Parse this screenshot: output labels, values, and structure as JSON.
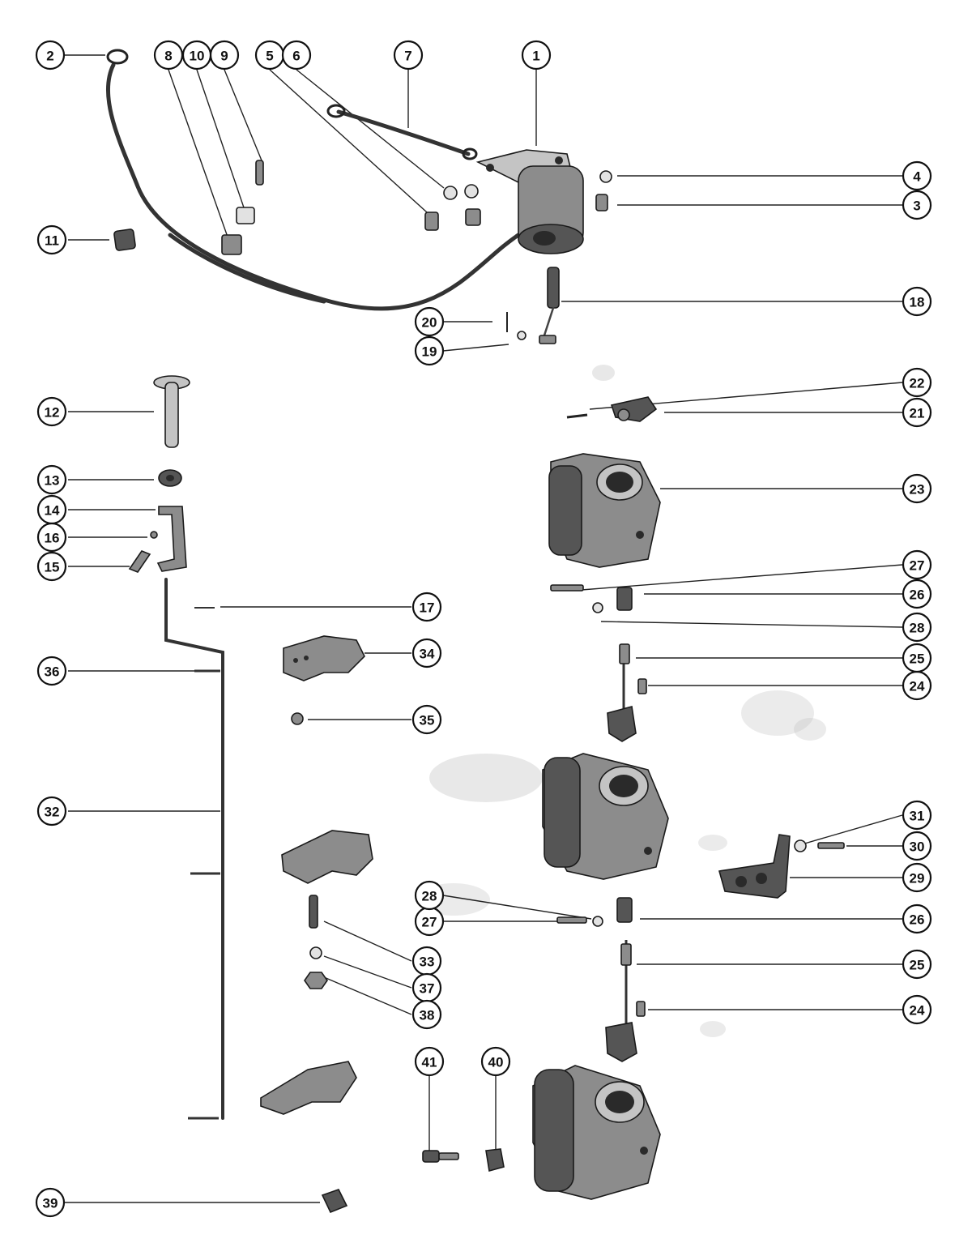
{
  "callouts": [
    {
      "id": "c1",
      "label": "1"
    },
    {
      "id": "c2",
      "label": "2"
    },
    {
      "id": "c3",
      "label": "3"
    },
    {
      "id": "c4",
      "label": "4"
    },
    {
      "id": "c5",
      "label": "5"
    },
    {
      "id": "c6",
      "label": "6"
    },
    {
      "id": "c7",
      "label": "7"
    },
    {
      "id": "c8",
      "label": "8"
    },
    {
      "id": "c9",
      "label": "9"
    },
    {
      "id": "c10",
      "label": "10"
    },
    {
      "id": "c11",
      "label": "11"
    },
    {
      "id": "c12",
      "label": "12"
    },
    {
      "id": "c13",
      "label": "13"
    },
    {
      "id": "c14",
      "label": "14"
    },
    {
      "id": "c15",
      "label": "15"
    },
    {
      "id": "c16",
      "label": "16"
    },
    {
      "id": "c17",
      "label": "17"
    },
    {
      "id": "c18",
      "label": "18"
    },
    {
      "id": "c19",
      "label": "19"
    },
    {
      "id": "c20",
      "label": "20"
    },
    {
      "id": "c21",
      "label": "21"
    },
    {
      "id": "c22",
      "label": "22"
    },
    {
      "id": "c23",
      "label": "23"
    },
    {
      "id": "c24a",
      "label": "24"
    },
    {
      "id": "c24b",
      "label": "24"
    },
    {
      "id": "c25a",
      "label": "25"
    },
    {
      "id": "c25b",
      "label": "25"
    },
    {
      "id": "c26a",
      "label": "26"
    },
    {
      "id": "c26b",
      "label": "26"
    },
    {
      "id": "c27a",
      "label": "27"
    },
    {
      "id": "c27b",
      "label": "27"
    },
    {
      "id": "c28a",
      "label": "28"
    },
    {
      "id": "c28b",
      "label": "28"
    },
    {
      "id": "c29",
      "label": "29"
    },
    {
      "id": "c30",
      "label": "30"
    },
    {
      "id": "c31",
      "label": "31"
    },
    {
      "id": "c32",
      "label": "32"
    },
    {
      "id": "c33",
      "label": "33"
    },
    {
      "id": "c34",
      "label": "34"
    },
    {
      "id": "c35",
      "label": "35"
    },
    {
      "id": "c36",
      "label": "36"
    },
    {
      "id": "c37",
      "label": "37"
    },
    {
      "id": "c38",
      "label": "38"
    },
    {
      "id": "c39",
      "label": "39"
    },
    {
      "id": "c40",
      "label": "40"
    },
    {
      "id": "c41",
      "label": "41"
    }
  ]
}
